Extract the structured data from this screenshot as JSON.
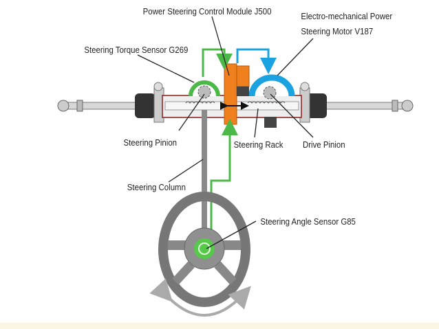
{
  "labels": {
    "control_module": "Power Steering Control Module J500",
    "motor_line1": "Electro-mechanical Power",
    "motor_line2": "Steering Motor V187",
    "torque_sensor": "Steering Torque Sensor G269",
    "steering_pinion": "Steering Pinion",
    "steering_rack": "Steering Rack",
    "drive_pinion": "Drive Pinion",
    "steering_column": "Steering Column",
    "angle_sensor": "Steering Angle Sensor G85"
  },
  "colors": {
    "signal_green": "#4cb848",
    "motor_blue": "#1aa3e0",
    "module_orange": "#f07f1e",
    "housing_red": "#8b1a1a",
    "metal_gray": "#8a8a8a"
  }
}
